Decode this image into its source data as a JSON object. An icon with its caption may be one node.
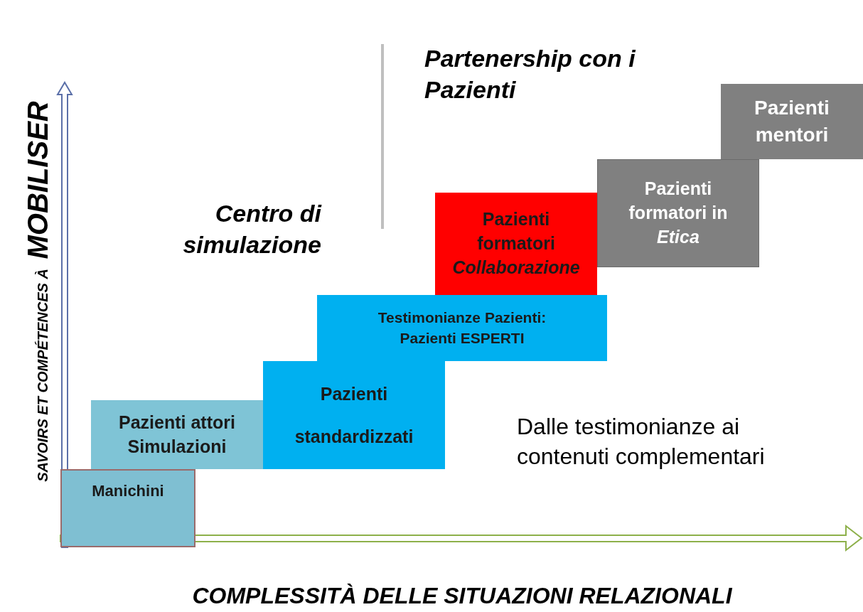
{
  "diagram": {
    "nodes": [
      {
        "text": [
          "Manichini"
        ]
      },
      {
        "text": [
          "Pazienti attori Simulazioni"
        ]
      },
      {
        "text": [
          "Pazienti standardizzati"
        ]
      },
      {
        "text": [
          "Testimonianze Pazienti: Pazienti ESPERTI"
        ]
      },
      {
        "text": [
          "Pazienti formatori *Collaborazione*"
        ]
      },
      {
        "text": [
          "Pazienti formatori in *Etica*"
        ]
      },
      {
        "text": [
          "Pazienti mentori"
        ]
      }
    ],
    "labels": [
      "SAVOIRS ET COMPÉTENCES À **MOBILISER**",
      "Partenership con i Pazienti",
      "Centro di simulazione",
      "Dalle testimonianze ai contenuti complementari",
      "COMPLESSITÀ DELLE SITUAZIONI RELAZIONALI"
    ]
  }
}
